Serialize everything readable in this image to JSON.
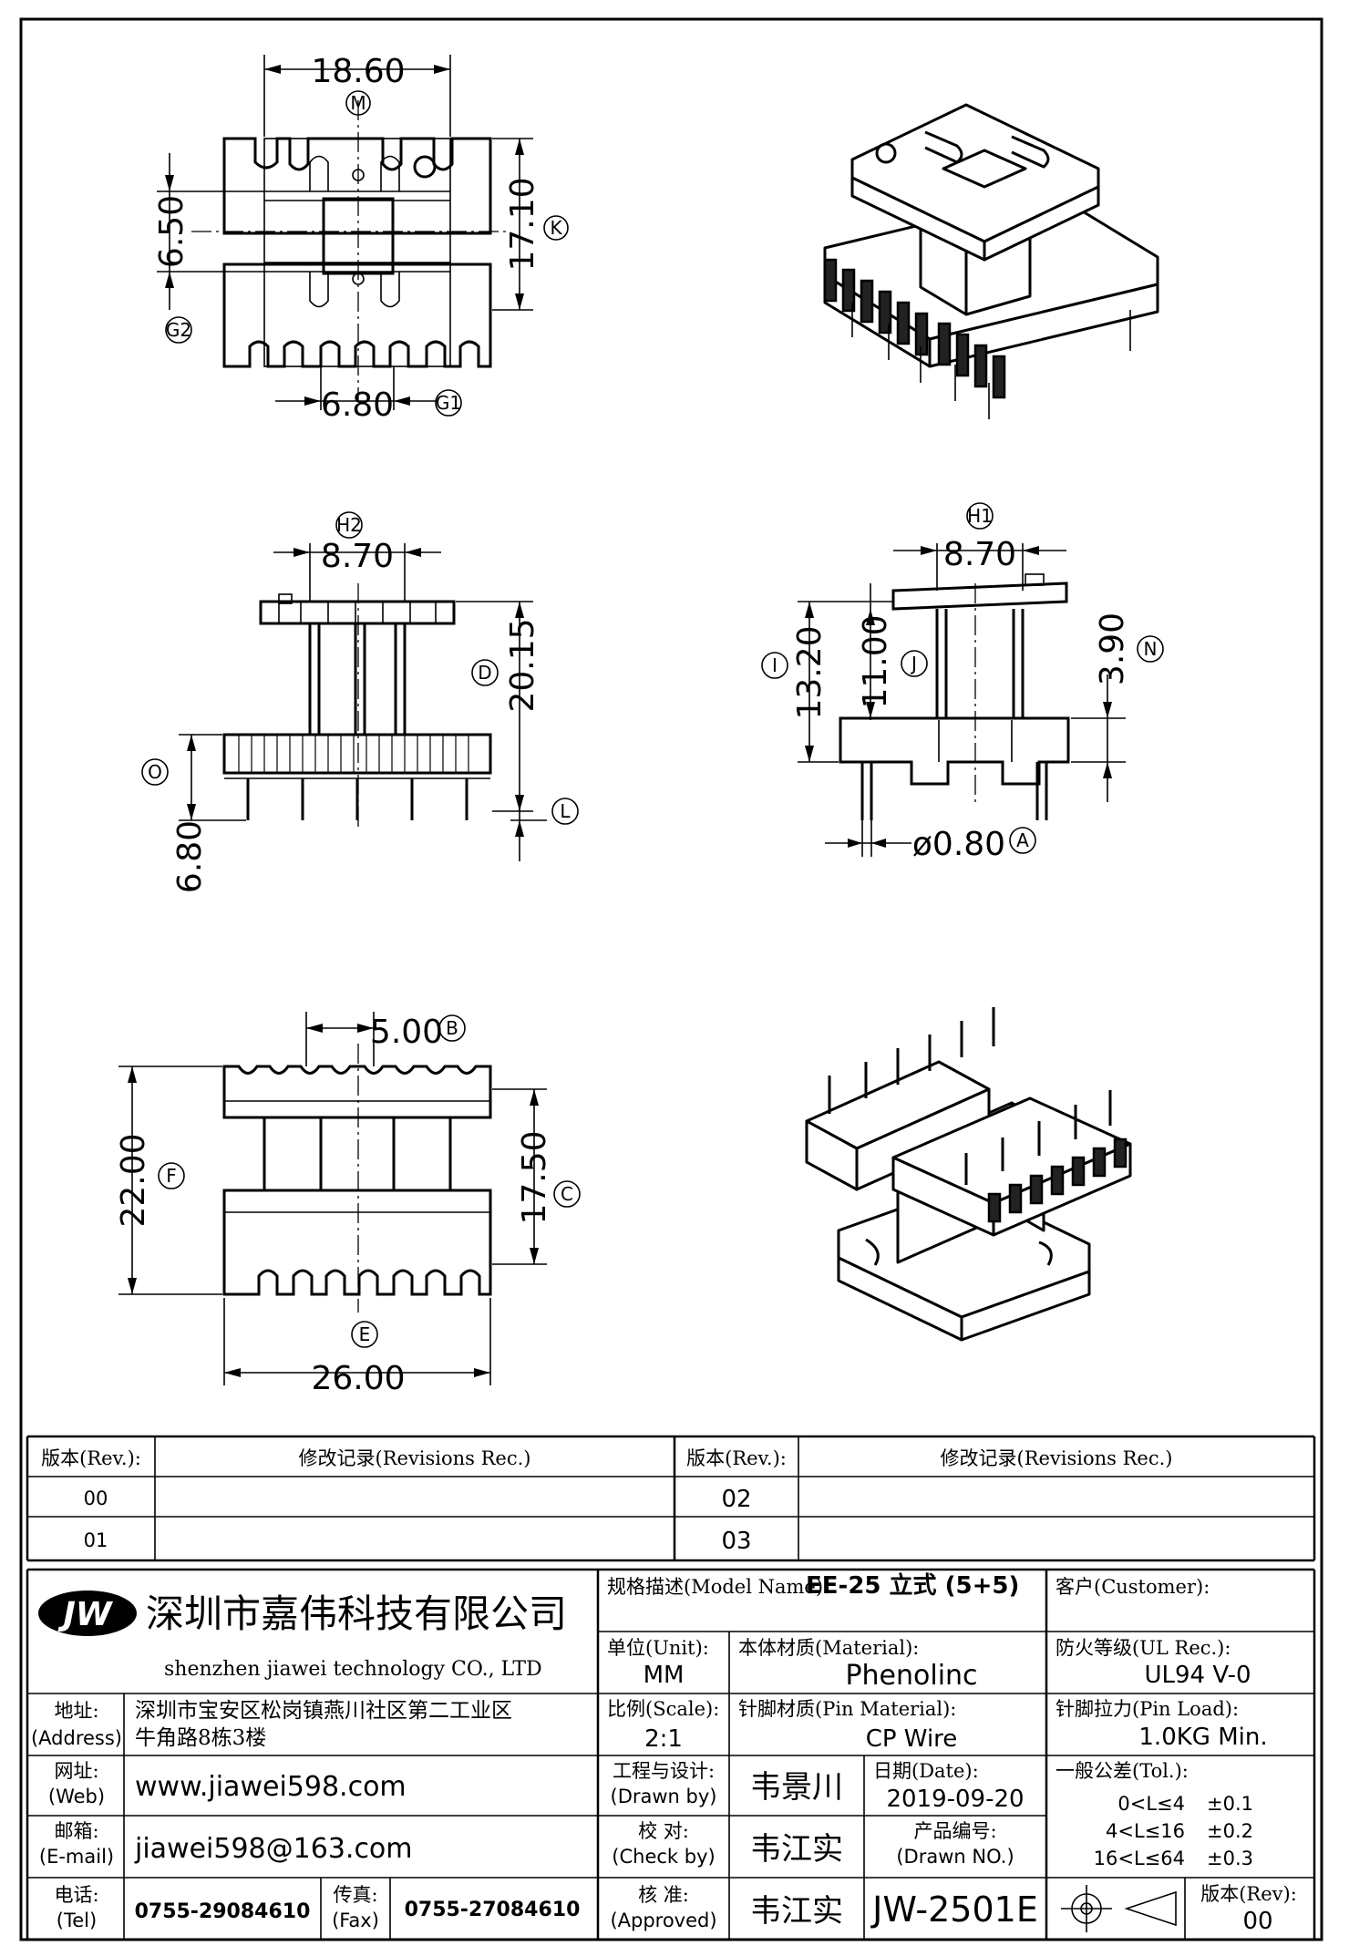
{
  "drawing": {
    "top_view": {
      "dims": {
        "width": "18.60",
        "height": "17.10",
        "slot": "6.50",
        "pitch": "6.80"
      },
      "tags": {
        "width": "M",
        "height": "K",
        "slot": "G2",
        "pitch": "G1"
      }
    },
    "front_view": {
      "dims": {
        "core": "8.70",
        "total_height": "20.15",
        "pin_length": "6.80"
      },
      "tags": {
        "core": "H2",
        "total_height": "D",
        "pin_length": "O",
        "pin_bottom": "L"
      }
    },
    "side_view": {
      "dims": {
        "core": "8.70",
        "flange": "13.20",
        "inner": "11.00",
        "base": "3.90",
        "pin_dia": "ø0.80"
      },
      "tags": {
        "core": "H1",
        "flange": "I",
        "inner": "J",
        "base": "N",
        "pin_dia": "A"
      }
    },
    "bottom_view": {
      "dims": {
        "pitch": "5.00",
        "length": "22.00",
        "inner": "17.50",
        "width": "26.00"
      },
      "tags": {
        "pitch": "B",
        "length": "F",
        "inner": "C",
        "width": "E"
      }
    }
  },
  "revisions": {
    "header_rev": "版本(Rev.):",
    "header_rec": "修改记录(Revisions Rec.)",
    "rows": [
      {
        "left": "00",
        "right": "02"
      },
      {
        "left": "01",
        "right": "03"
      }
    ]
  },
  "title_block": {
    "logo": "JW",
    "company_cn": "深圳市嘉伟科技有限公司",
    "company_en": "shenzhen  jiawei  technology  CO., LTD",
    "model_label": "规格描述(Model Name):",
    "model_value": "EE-25 立式 (5+5)",
    "customer_label": "客户(Customer):",
    "customer_value": "",
    "unit_label": "单位(Unit):",
    "unit_value": "MM",
    "material_label": "本体材质(Material):",
    "material_value": "Phenolinc",
    "ul_label": "防火等级(UL Rec.):",
    "ul_value": "UL94 V-0",
    "address_label": "地址:",
    "address_label_en": "(Address)",
    "address_line1": "深圳市宝安区松岗镇燕川社区第二工业区",
    "address_line2": "牛角路8栋3楼",
    "scale_label": "比例(Scale):",
    "scale_value": "2:1",
    "pin_material_label": "针脚材质(Pin Material):",
    "pin_material_value": "CP Wire",
    "pin_load_label": "针脚拉力(Pin Load):",
    "pin_load_value": "1.0KG Min.",
    "web_label": "网址:",
    "web_label_en": "(Web)",
    "web_value": "www.jiawei598.com",
    "drawn_label": "工程与设计:",
    "drawn_label_en": "(Drawn by)",
    "drawn_value": "韦景川",
    "date_label": "日期(Date):",
    "date_value": "2019-09-20",
    "tol_label": "一般公差(Tol.):",
    "tol_rows": [
      {
        "range": "0<L≤4",
        "tol": "±0.1"
      },
      {
        "range": "4<L≤16",
        "tol": "±0.2"
      },
      {
        "range": "16<L≤64",
        "tol": "±0.3"
      }
    ],
    "email_label": "邮箱:",
    "email_label_en": "(E-mail)",
    "email_value": "jiawei598@163.com",
    "check_label": "校  对:",
    "check_label_en": "(Check by)",
    "check_value": "韦江实",
    "drawing_no_label": "产品编号:",
    "drawing_no_label_en": "(Drawn NO.)",
    "tel_label": "电话:",
    "tel_label_en": "(Tel)",
    "tel_value": "0755-29084610",
    "fax_label": "传真:",
    "fax_label_en": "(Fax)",
    "fax_value": "0755-27084610",
    "approved_label": "核  准:",
    "approved_label_en": "(Approved)",
    "approved_value": "韦江实",
    "drawing_no_value": "JW-2501E",
    "rev_label": "版本(Rev):",
    "rev_value": "00"
  }
}
